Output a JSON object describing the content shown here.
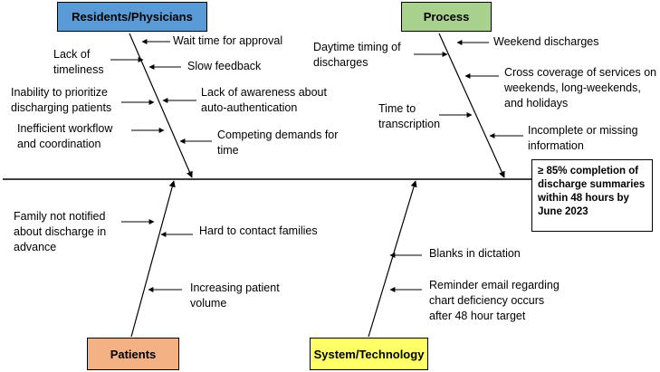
{
  "categories": {
    "residents": {
      "label": "Residents/Physicians",
      "color": "#5b9bd5"
    },
    "process": {
      "label": "Process",
      "color": "#a9d18e"
    },
    "patients": {
      "label": "Patients",
      "color": "#f4b183"
    },
    "system": {
      "label": "System/Technology",
      "color": "#ffff66"
    }
  },
  "goal": "≥ 85% completion of\ndischarge summaries\nwithin 48 hours by\nJune 2023",
  "causes": {
    "residents": [
      "Wait time for approval",
      "Lack of\ntimeliness",
      "Slow feedback",
      "Inability to prioritize\ndischarging patients",
      "Lack of awareness about\nauto-authentication",
      "Inefficient workflow\nand coordination",
      "Competing demands for\ntime"
    ],
    "process": [
      "Daytime timing of\ndischarges",
      "Weekend discharges",
      "Cross coverage of services on\nweekends, long-weekends,\nand holidays",
      "Time to\ntranscription",
      "Incomplete or missing\ninformation"
    ],
    "patients": [
      "Family not notified\nabout discharge in\nadvance",
      "Hard to contact families",
      "Increasing patient\nvolume"
    ],
    "system": [
      "Blanks in dictation",
      "Reminder email regarding\nchart deficiency occurs\nafter 48 hour target"
    ]
  }
}
